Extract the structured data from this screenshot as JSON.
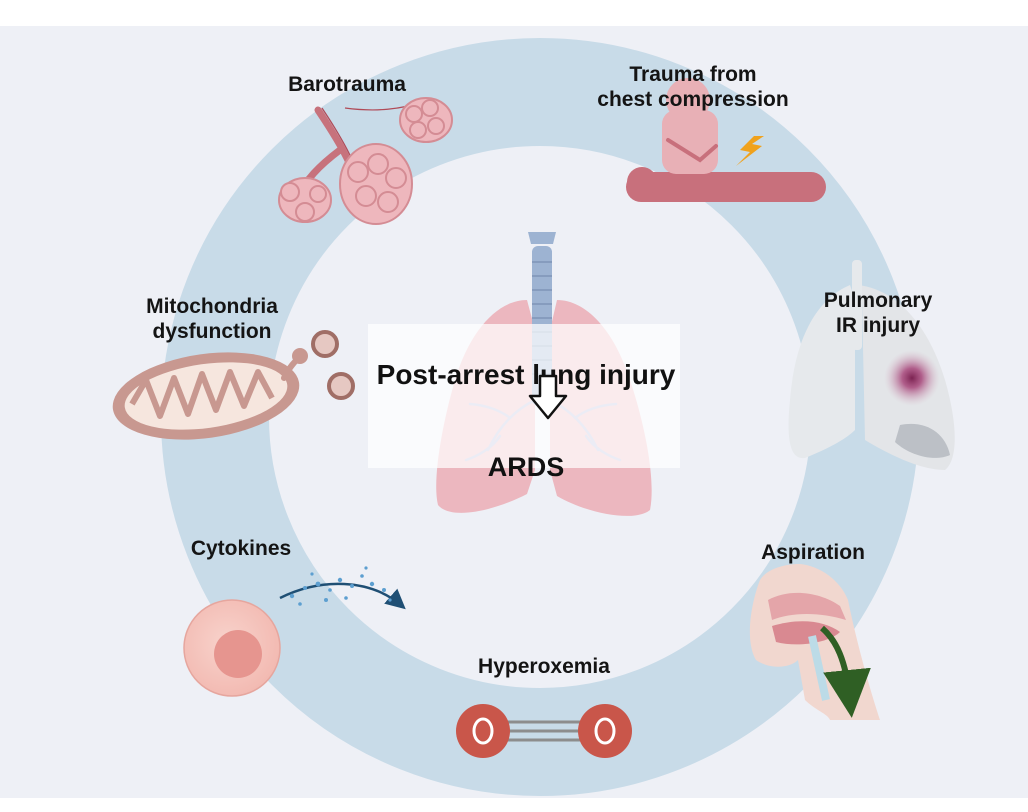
{
  "center": {
    "title": "Post-arrest lung injury",
    "arrow_icon": "down-arrow-icon",
    "outcome": "ARDS"
  },
  "factors": [
    {
      "id": "barotrauma",
      "label": "Barotrauma",
      "icon": "alveoli-icon"
    },
    {
      "id": "chest-compression",
      "label": "Trauma from\nchest compression",
      "icon": "cpr-icon"
    },
    {
      "id": "pulmonary-ir",
      "label": "Pulmonary\nIR injury",
      "icon": "injured-lung-icon"
    },
    {
      "id": "aspiration",
      "label": "Aspiration",
      "icon": "airway-aspiration-icon"
    },
    {
      "id": "hyperoxemia",
      "label": "Hyperoxemia",
      "icon": "oxygen-molecule-icon"
    },
    {
      "id": "cytokines",
      "label": "Cytokines",
      "icon": "cytokine-release-cell-icon"
    },
    {
      "id": "mitochondria",
      "label": "Mitochondria\ndysfunction",
      "icon": "mitochondrion-icon"
    }
  ],
  "colors": {
    "background": "#eef0f6",
    "ring": "#c8dbe8",
    "lung": "#ecb7bf",
    "trachea": "#9db3d2",
    "mitochondrion": "#c89890",
    "oxygen": "#c9564a",
    "cpr": "#c8707c",
    "cytokine": "#4f8fc0"
  }
}
